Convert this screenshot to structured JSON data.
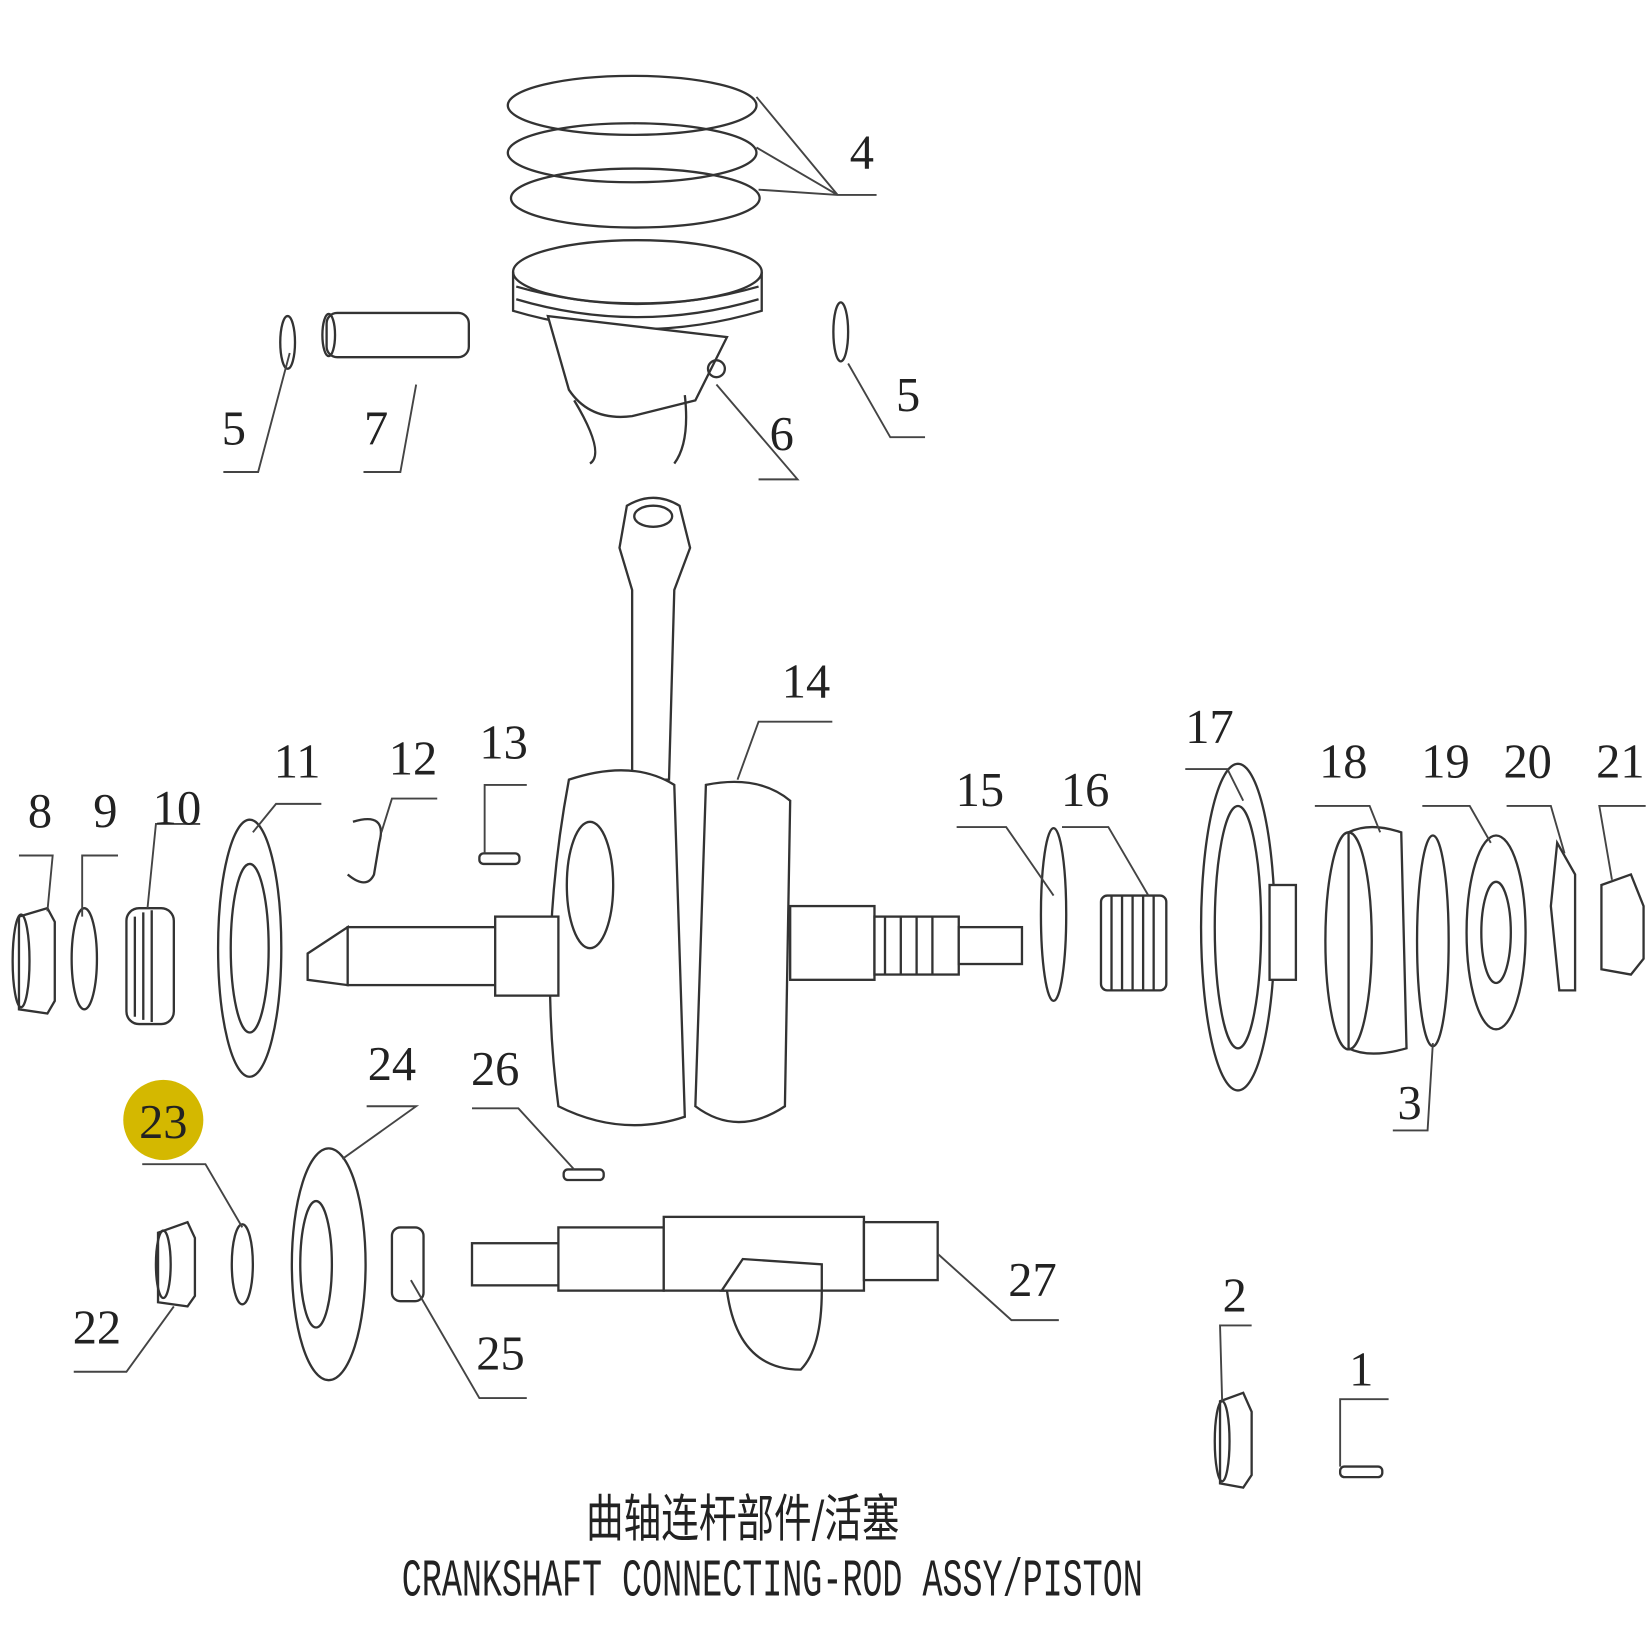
{
  "diagram": {
    "title_cn": "曲轴连杆部件/活塞",
    "title_en": "CRANKSHAFT CONNECTING-ROD ASSY/PISTON",
    "highlight_color": "#d4b800",
    "highlighted_part": "23",
    "callouts": [
      "1",
      "2",
      "3",
      "4",
      "5",
      "5",
      "6",
      "7",
      "8",
      "9",
      "10",
      "11",
      "12",
      "13",
      "14",
      "15",
      "16",
      "17",
      "18",
      "19",
      "20",
      "21",
      "22",
      "23",
      "24",
      "25",
      "26",
      "27"
    ]
  }
}
